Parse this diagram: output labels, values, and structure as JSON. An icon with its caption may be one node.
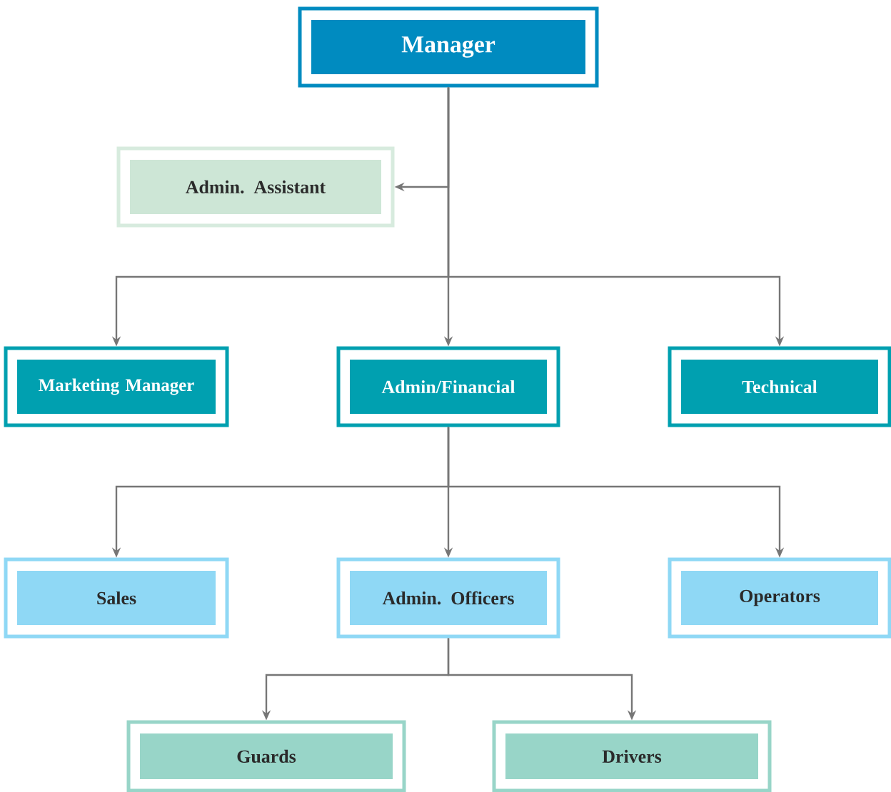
{
  "diagram": {
    "nodes": [
      {
        "text": [
          "Manager"
        ]
      },
      {
        "text": [
          "Admin. Assistant"
        ]
      },
      {
        "text": [
          "Marketing Manager"
        ]
      },
      {
        "text": [
          "Admin/Financial"
        ]
      },
      {
        "text": [
          "Technical"
        ]
      },
      {
        "text": [
          "Sales"
        ]
      },
      {
        "text": [
          "Admin. Officers"
        ]
      },
      {
        "text": [
          "Operators"
        ]
      },
      {
        "text": [
          "Guards"
        ]
      },
      {
        "text": [
          "Drivers"
        ]
      }
    ],
    "edges": [
      {
        "from": 0,
        "to": 1,
        "arrow": "to"
      },
      {
        "from": 0,
        "to": 2,
        "arrow": "to"
      },
      {
        "from": 0,
        "to": 3,
        "arrow": "to"
      },
      {
        "from": 0,
        "to": 4,
        "arrow": "to"
      },
      {
        "from": 3,
        "to": 5,
        "arrow": "to"
      },
      {
        "from": 3,
        "to": 6,
        "arrow": "to"
      },
      {
        "from": 3,
        "to": 7,
        "arrow": "to"
      },
      {
        "from": 6,
        "to": 8,
        "arrow": "to"
      },
      {
        "from": 6,
        "to": 9,
        "arrow": "to"
      }
    ]
  }
}
